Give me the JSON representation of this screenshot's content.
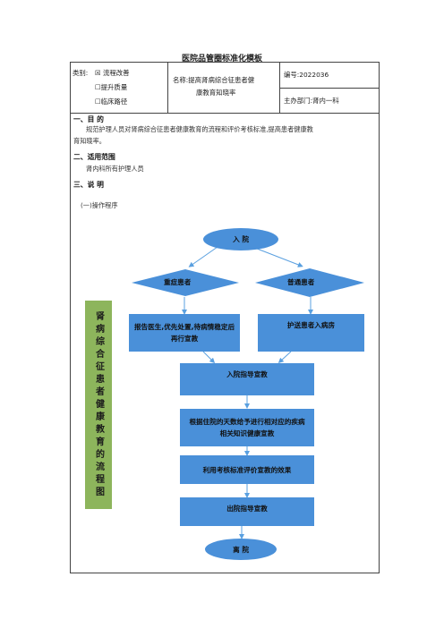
{
  "doc_title": "医院品管圈标准化模板",
  "header": {
    "category_label": "类别:",
    "options": [
      {
        "mark": "☒",
        "label": "流程改善"
      },
      {
        "mark": "☐",
        "label": "提升质量"
      },
      {
        "mark": "☐",
        "label": "临床路径"
      }
    ],
    "name_line1": "名称:提高肾病综合征患者健",
    "name_line2": "康教育知晓率",
    "code": "编号:2022036",
    "dept": "主办部门:肾内一科"
  },
  "sections": {
    "s1_title": "一、目 的",
    "s1_body_line1": "规范护理人员对肾病综合征患者健康教育的流程和评价考核标准,提高患者健康教",
    "s1_body_line2": "育知晓率。",
    "s2_title": "二、适用范围",
    "s2_body": "肾内科所有护理人员",
    "s3_title": "三、说 明",
    "s3_sub": "(一)操作程序"
  },
  "flow": {
    "side_label": "肾病综合征患者健康教育的流程图",
    "start": "入 院",
    "severe": "重症患者",
    "normal": "普通患者",
    "severe_action": "报告医生,优先处置,待病情稳定后再行宣教",
    "normal_action": "护送患者入病房",
    "step1": "入院指导宣教",
    "step2": "根据住院的天数给予进行相对应的疾病相关知识健康宣教",
    "step3": "利用考核标准评价宣教的效果",
    "step4": "出院指导宣教",
    "end": "离 院"
  },
  "colors": {
    "shape_blue": "#4a90d9",
    "side_green": "#8db55c",
    "arrow": "#5aa0e0"
  }
}
